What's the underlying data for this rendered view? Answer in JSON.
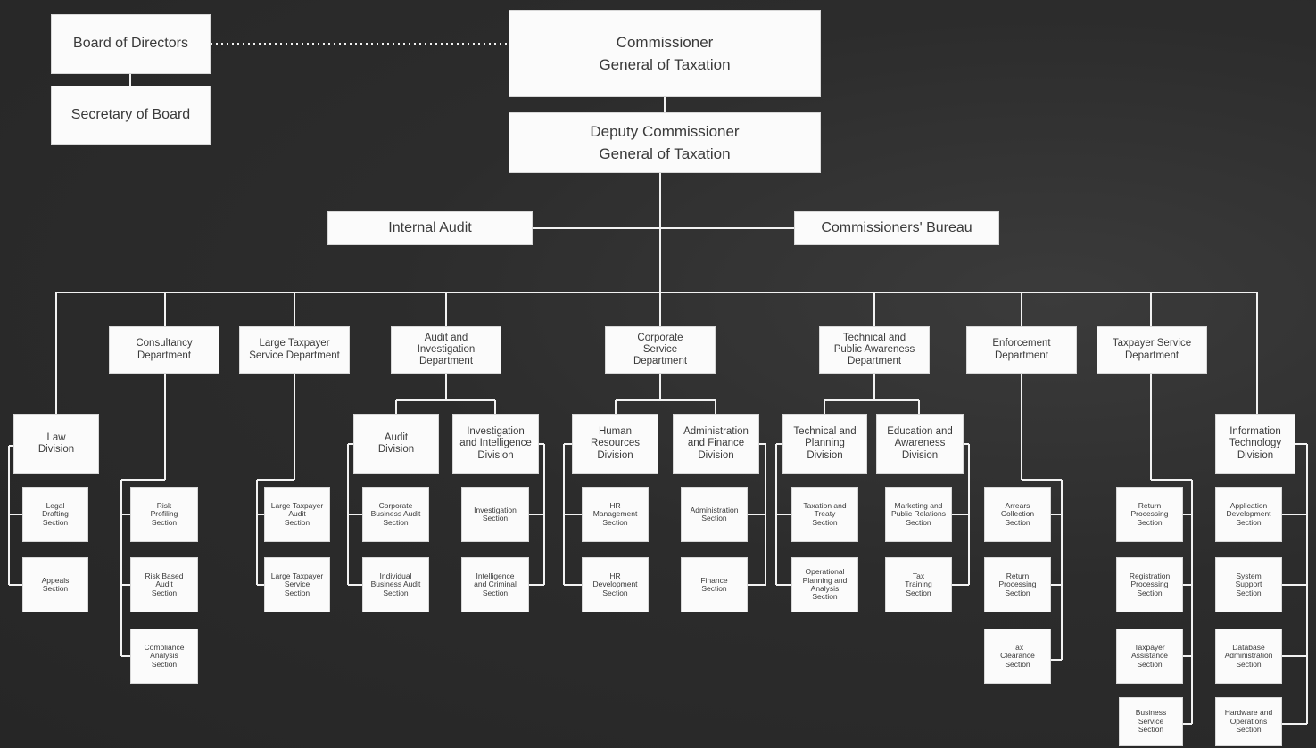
{
  "org_chart": {
    "top": {
      "commissioner": "Commissioner\nGeneral of Taxation",
      "deputy": "Deputy Commissioner\nGeneral of Taxation",
      "board": "Board of Directors",
      "secretary": "Secretary of Board",
      "internal_audit": "Internal Audit",
      "bureau": "Commissioners' Bureau"
    },
    "departments": {
      "consultancy": "Consultancy\nDepartment",
      "large_taxpayer": "Large Taxpayer\nService Department",
      "audit_investigation": "Audit and\nInvestigation\nDepartment",
      "corporate": "Corporate\nService\nDepartment",
      "technical": "Technical and\nPublic Awareness\nDepartment",
      "enforcement": "Enforcement\nDepartment",
      "taxpayer_service": "Taxpayer Service\nDepartment"
    },
    "divisions": {
      "law": "Law\nDivision",
      "audit": "Audit\nDivision",
      "investigation": "Investigation\nand Intelligence\nDivision",
      "hr": "Human\nResources\nDivision",
      "admin_finance": "Administration\nand Finance\nDivision",
      "tech_planning": "Technical and\nPlanning\nDivision",
      "education": "Education and\nAwareness\nDivision",
      "it": "Information\nTechnology\nDivision"
    },
    "sections": {
      "law_1": "Legal\nDrafting\nSection",
      "law_2": "Appeals\nSection",
      "cons_1": "Risk\nProfiling\nSection",
      "cons_2": "Risk Based\nAudit\nSection",
      "cons_3": "Compliance\nAnalysis\nSection",
      "ltx_1": "Large Taxpayer\nAudit\nSection",
      "ltx_2": "Large Taxpayer\nService\nSection",
      "aud_1": "Corporate\nBusiness Audit\nSection",
      "aud_2": "Individual\nBusiness Audit\nSection",
      "inv_1": "Investigation\nSection",
      "inv_2": "Intelligence\nand Criminal\nSection",
      "hr_1": "HR\nManagement\nSection",
      "hr_2": "HR\nDevelopment\nSection",
      "adm_1": "Administration\nSection",
      "adm_2": "Finance\nSection",
      "tp_1": "Taxation and\nTreaty\nSection",
      "tp_2": "Operational\nPlanning and\nAnalysis\nSection",
      "edu_1": "Marketing and\nPublic Relations\nSection",
      "edu_2": "Tax\nTraining\nSection",
      "enf_1": "Arrears\nCollection\nSection",
      "enf_2": "Return\nProcessing\nSection",
      "enf_3": "Tax\nClearance\nSection",
      "tps_1": "Return\nProcessing\nSection",
      "tps_2": "Registration\nProcessing\nSection",
      "tps_3": "Taxpayer\nAssistance\nSection",
      "tps_4": "Business\nService\nSection",
      "it_1": "Application\nDevelopment\nSection",
      "it_2": "System\nSupport\nSection",
      "it_3": "Database\nAdministration\nSection",
      "it_4": "Hardware and\nOperations\nSection"
    }
  },
  "colors": {
    "background": "#2c2c2c",
    "box": "#fbfbfb",
    "line": "#f2f2f2",
    "text": "#3a3a3a"
  }
}
